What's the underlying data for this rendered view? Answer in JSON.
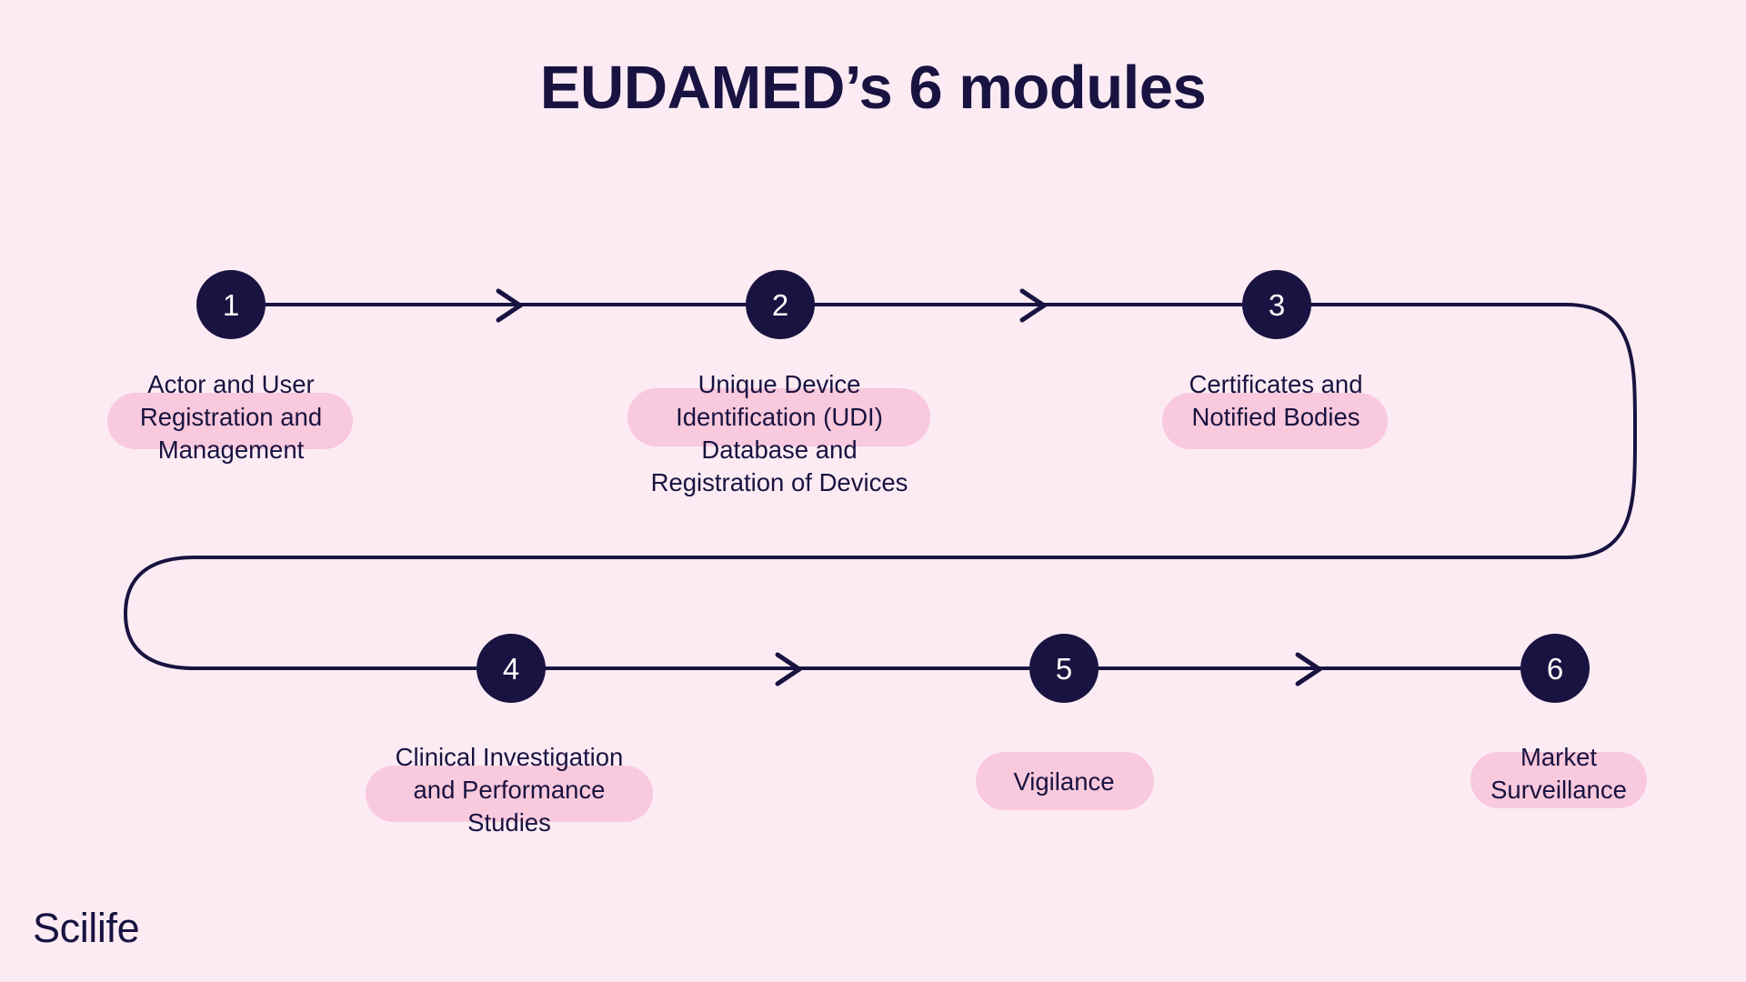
{
  "page": {
    "title": "EUDAMED’s 6 modules",
    "brand": "Scilife",
    "colors": {
      "background": "#FDEBF4",
      "ink": "#181340",
      "highlight": "#F9C9DD",
      "node_text": "#FFFFFF"
    }
  },
  "modules": [
    {
      "number": "1",
      "label": "Actor and User\nRegistration and\nManagement"
    },
    {
      "number": "2",
      "label": "Unique Device\nIdentification (UDI)\nDatabase and\nRegistration of Devices"
    },
    {
      "number": "3",
      "label": "Certificates and\nNotified Bodies"
    },
    {
      "number": "4",
      "label": "Clinical Investigation\nand Performance\nStudies"
    },
    {
      "number": "5",
      "label": "Vigilance"
    },
    {
      "number": "6",
      "label": "Market\nSurveillance"
    }
  ]
}
